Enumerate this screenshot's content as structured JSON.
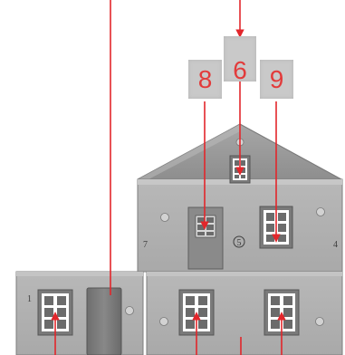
{
  "callouts": [
    {
      "id": "6",
      "label": "6"
    },
    {
      "id": "8",
      "label": "8"
    },
    {
      "id": "9",
      "label": "9"
    }
  ],
  "panel_numbers": {
    "top_left": "7",
    "center_circled": "5",
    "top_right": "4",
    "bottom_left": "1"
  },
  "colors": {
    "arrow_red": "#e2262b",
    "callout_text": "#e23b3b",
    "callout_box": "#c9c9c9",
    "roof": "#9a9a9a",
    "wall": "#b0b0b0",
    "wall_dark": "#8d8d8d",
    "window_frame": "#ffffff",
    "window_glass": "#6b6b6b"
  }
}
